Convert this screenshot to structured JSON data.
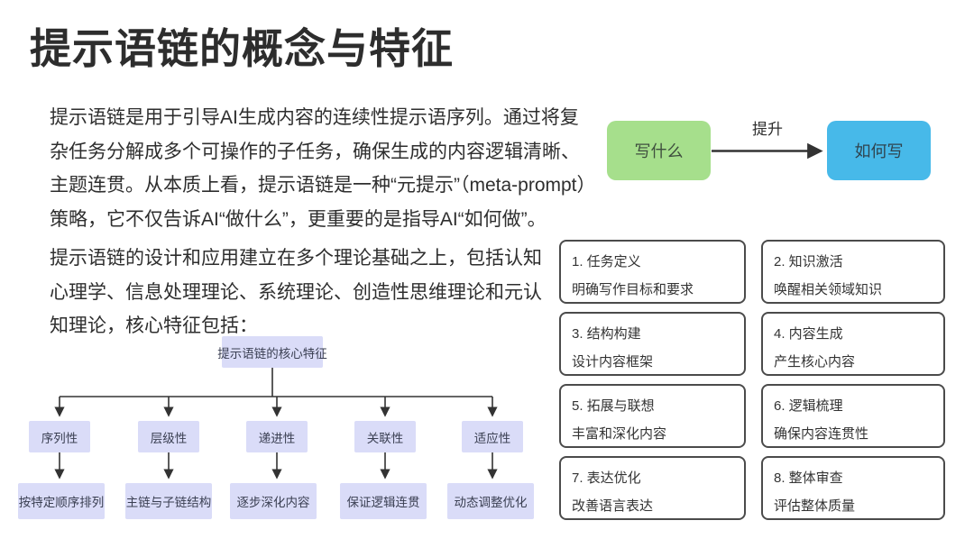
{
  "slide": {
    "title": "提示语链的概念与特征",
    "paragraph1": "提示语链是用于引导AI生成内容的连续性提示语序列。通过将复\n杂任务分解成多个可操作的子任务，确保生成的内容逻辑清晰、\n主题连贯。从本质上看，提示语链是一种“元提示”（meta-prompt）\n策略，它不仅告诉AI“做什么”，更重要的是指导AI“如何做”。",
    "paragraph2": "提示语链的设计和应用建立在多个理论基础之上，包括认知\n心理学、信息处理理论、系统理论、创造性思维理论和元认\n知理论，核心特征包括："
  },
  "flow": {
    "source_label": "写什么",
    "arrow_label": "提升",
    "target_label": "如何写"
  },
  "tree": {
    "root": "提示语链的核心特征",
    "branches": [
      {
        "label": "序列性",
        "leaf": "按特定顺序排列"
      },
      {
        "label": "层级性",
        "leaf": "主链与子链结构"
      },
      {
        "label": "递进性",
        "leaf": "逐步深化内容"
      },
      {
        "label": "关联性",
        "leaf": "保证逻辑连贯"
      },
      {
        "label": "适应性",
        "leaf": "动态调整优化"
      }
    ]
  },
  "steps": [
    {
      "title": "1. 任务定义",
      "desc": "明确写作目标和要求"
    },
    {
      "title": "2. 知识激活",
      "desc": "唤醒相关领域知识"
    },
    {
      "title": "3. 结构构建",
      "desc": "设计内容框架"
    },
    {
      "title": "4. 内容生成",
      "desc": "产生核心内容"
    },
    {
      "title": "5. 拓展与联想",
      "desc": "丰富和深化内容"
    },
    {
      "title": "6. 逻辑梳理",
      "desc": "确保内容连贯性"
    },
    {
      "title": "7. 表达优化",
      "desc": "改善语言表达"
    },
    {
      "title": "8. 整体审查",
      "desc": "评估整体质量"
    }
  ],
  "colors": {
    "green-box": "#a6df8c",
    "blue-box": "#47b9e9",
    "lav-box": "#dadcf8"
  }
}
